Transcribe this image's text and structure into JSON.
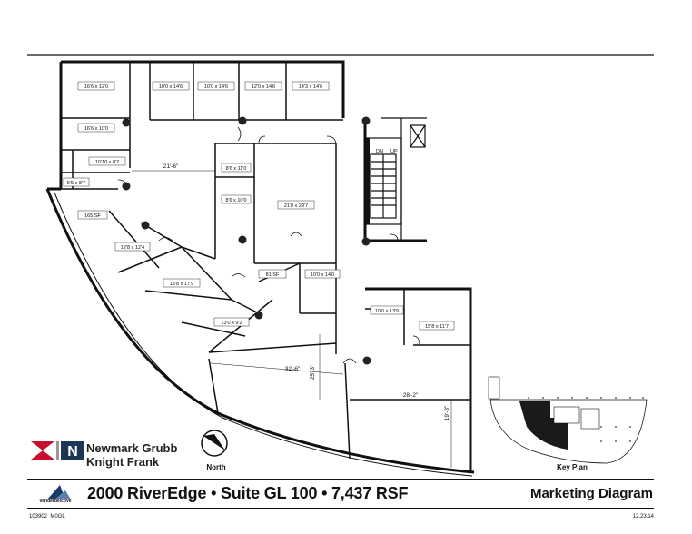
{
  "header": {
    "title": "2000 RiverEdge • Suite GL 100 • 7,437 RSF",
    "diagram_label": "Marketing Diagram"
  },
  "brand": {
    "line1": "Newmark Grubb",
    "line2": "Knight Frank",
    "accent_color": "#c8102e",
    "developer_logo_text": "vanderdelcove"
  },
  "footer": {
    "code": "103902_M0GL",
    "date": "12.23.14"
  },
  "north_label": "North",
  "keyplan_label": "Key Plan",
  "rooms": [
    "16'6 x 12'0",
    "10'0 x 14'6",
    "10'0 x 14'6",
    "12'0 x 14'6",
    "14'3 x 14'6",
    "16'6 x 10'0",
    "10'10 x 8'7",
    "5'5 x 8'7",
    "165 SF",
    "8'6 x 11'0",
    "8'6 x 10'0",
    "21'8 x 29'7",
    "12'8 x 12'4",
    "13'8 x 17'9",
    "81 SF",
    "10'0 x 14'0",
    "13'0 x 9'2",
    "10'0 x 13'9",
    "15'8 x 11'7"
  ],
  "dimensions": [
    "21'-6\"",
    "32'-6\"",
    "25'-3\"",
    "28'-2\"",
    "19'-3\""
  ],
  "stair_labels": [
    "DN",
    "UP"
  ]
}
